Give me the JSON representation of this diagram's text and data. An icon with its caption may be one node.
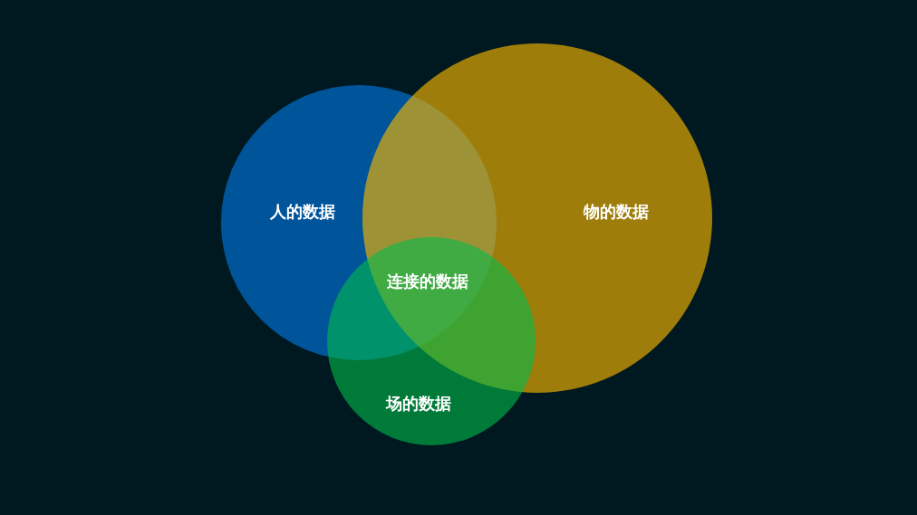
{
  "diagram": {
    "nodes": [
      {
        "text": [
          "人的数据"
        ]
      },
      {
        "text": [
          "物的数据"
        ]
      },
      {
        "text": [
          "场的数据"
        ]
      }
    ],
    "labels": [
      "连接的数据"
    ]
  }
}
